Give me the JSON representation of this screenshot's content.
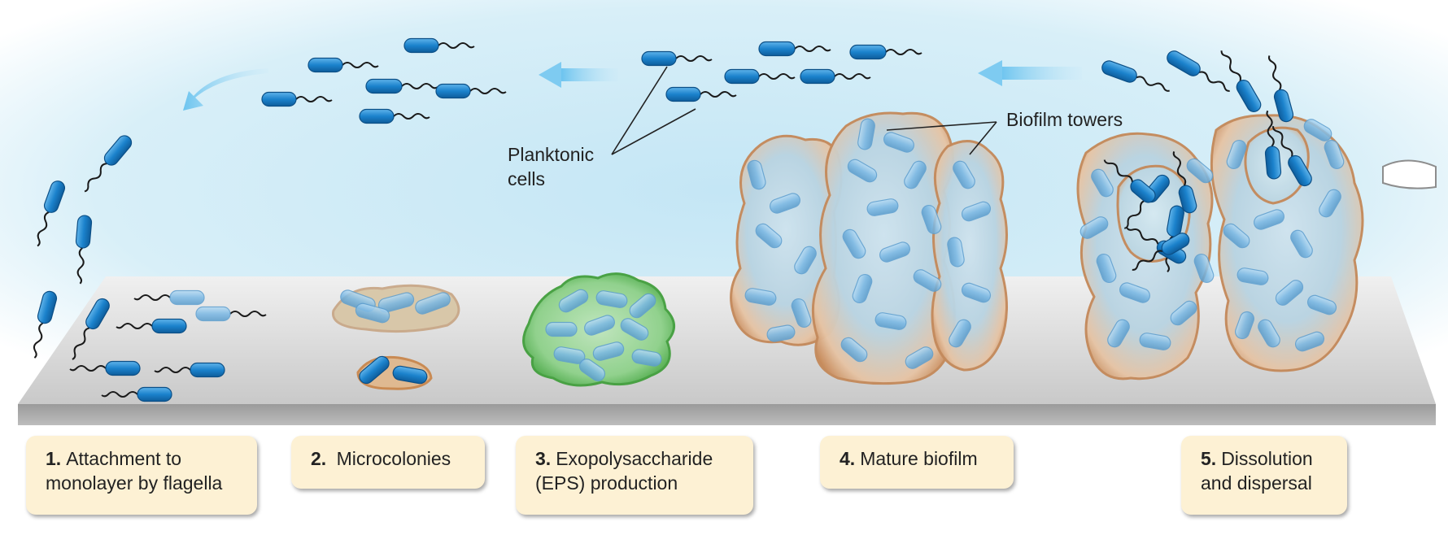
{
  "annotations": {
    "planktonic": [
      "Planktonic",
      "cells"
    ],
    "towers": "Biofilm towers"
  },
  "stages": [
    {
      "num": "1.",
      "lines": [
        "Attachment to",
        "monolayer by flagella"
      ]
    },
    {
      "num": "2.",
      "lines": [
        "Microcolonies"
      ]
    },
    {
      "num": "3.",
      "lines": [
        "Exopolysaccharide",
        "(EPS) production"
      ]
    },
    {
      "num": "4.",
      "lines": [
        "Mature biofilm"
      ]
    },
    {
      "num": "5.",
      "lines": [
        "Dissolution",
        "and dispersal"
      ]
    }
  ],
  "colors": {
    "cell": "#1b82cc",
    "cell_light": "#78b8e6",
    "eps_green": "#5fbe5a",
    "biofilm_tan": "#d9a67c",
    "background_blue": "#d3ecf6",
    "surface_gray": "#c8c8c8",
    "label_bg": "#fdf1d4"
  }
}
